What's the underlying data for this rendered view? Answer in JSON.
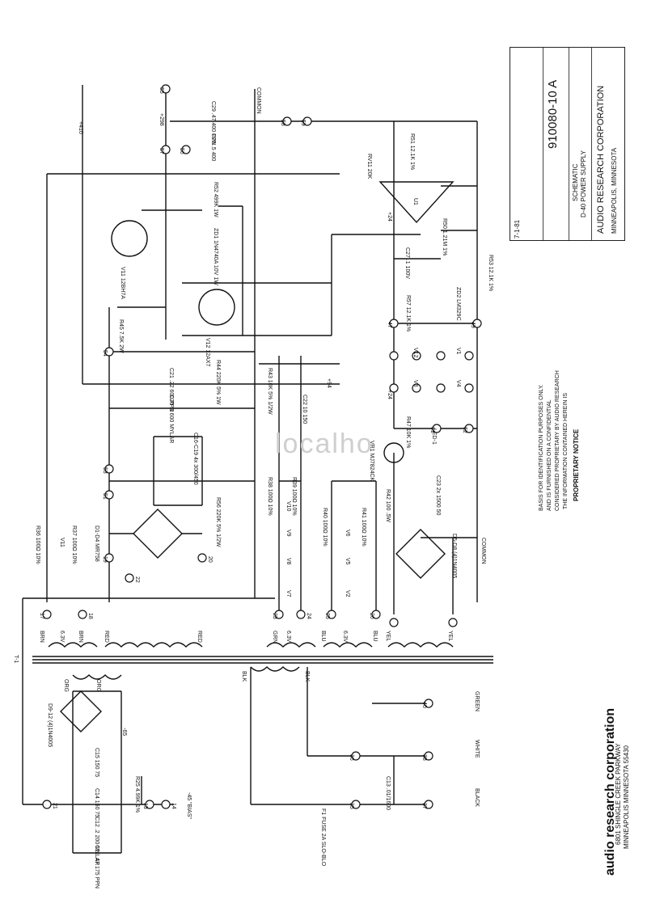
{
  "title_block": {
    "company": "AUDIO RESEARCH CORPORATION",
    "city": "MINNEAPOLIS, MINNESOTA",
    "drawing_title_1": "SCHEMATIC",
    "drawing_title_2": "D-40 POWER SUPPLY",
    "date": "7-1-81",
    "drawing_number": "910080-10 A"
  },
  "notice": {
    "heading": "PROPRIETARY NOTICE",
    "line1": "THE INFORMATION CONTAINED HEREIN IS",
    "line2": "CONSIDERED PROPRIETARY BY AUDIO RESEARCH",
    "line3": "AND IS FURNISHED ON A CONFIDENTIAL",
    "line4": "BASIS FOR IDENTIFICATION PURPOSES ONLY."
  },
  "brand": {
    "name": "audio research corporation",
    "address1": "6801 SHINGLE CREEK PARKWAY",
    "address2": "MINNEAPOLIS MINNESOTA 55430"
  },
  "watermark": "localho",
  "rails": {
    "v410": "+410",
    "v298": "+298",
    "common": "COMMON",
    "common_bottom": "COMMON",
    "v24a": "+24",
    "v24b": "+24",
    "v94": "+94",
    "bias": "-45 \"BIAS\"",
    "neg65": "-65"
  },
  "transformer": {
    "t1": "T-1",
    "brn1": "BRN",
    "brn2": "BRN",
    "v63a": "6.3V",
    "red1": "RED",
    "red2": "RED",
    "grn": "GRN",
    "v63b": "6.3V",
    "blu1": "BLU",
    "blu2": "BLU",
    "v63c": "6.3V",
    "yel1": "YEL",
    "yel2": "YEL",
    "org1": "ORG",
    "org2": "ORG",
    "blk1": "BLK",
    "blk2": "BLK"
  },
  "mains": {
    "green": "GREEN",
    "white": "WHITE",
    "black": "BLACK",
    "fuse": "F1 FUSE 2A SLO-BLO",
    "c13": "C13 .01/1600"
  },
  "components": {
    "v11": "V11 12BH7A",
    "v12": "V12 12AX7",
    "zd1": "ZD1 1N4740A 10V 1W",
    "r52": "R52 499K 1W",
    "c28": "C28 .5 400",
    "c29": "C29 .47 400 PPN",
    "rv11": "RV11 20K",
    "r51": "R51 12.1K 1%",
    "u1": "U1",
    "r50": "R50 1.21M 1%",
    "c27": "C27 .1 100V",
    "r53": "R53 12.1K 1%",
    "zd2": "ZD2 LM329C",
    "r57": "R57 12.1K 1%",
    "r45": "R45 7.5K 2W",
    "r44": "R44 220K 5% 1W",
    "c21": "C21 .22 600 PPN",
    "c20": "C20 .2 600 MYLAR",
    "c16_19": "C16-C19 4x 300/450",
    "r43": "R43 10K 5% 1/2W",
    "c22": "C22 10 150",
    "r56": "R56 220K 5% 1/2W",
    "r36": "R36 100Ω 10%",
    "r37": "R37 100Ω 10%",
    "d1": "D1-D4 MR758",
    "r38": "R38 100Ω 10%",
    "r39": "R39 100Ω 10%",
    "r40": "R40 100Ω 10%",
    "r41": "R41 100Ω 10%",
    "vr1": "VR1 MJ7824CK",
    "r47": "R47 10K 1%",
    "led1": "LED-1",
    "r42": "R42 100 .5W",
    "c23": "C23 2x 1500 50",
    "d5_8": "D5-D8 (4)1N4005",
    "d9_12": "D9-12 (4)1N4005",
    "c15": "C15 150 75",
    "c14": "C14 150 75",
    "c12": "C12 .2 200 MYLAR",
    "c11": "C11 .47 175 PPN",
    "r25": "R25 4.99K 1%"
  },
  "tubes": {
    "v1": "V1",
    "v2": "V2",
    "v3": "V3",
    "v4": "V4",
    "v5": "V5",
    "v6": "V6",
    "v7": "V7",
    "v8": "V8",
    "v9": "V9",
    "v10": "V10",
    "v11": "V11",
    "v12": "V12"
  },
  "terminals": {
    "t55": "55",
    "t57": "57",
    "t56": "56",
    "t58": "58",
    "t59": "59",
    "t54": "54",
    "t53": "53",
    "t51": "51",
    "t19": "19",
    "t20": "20",
    "t22": "22",
    "t17": "17",
    "t18": "18",
    "t23": "23",
    "t24": "24",
    "t25": "25",
    "t26": "26",
    "t47": "47",
    "t49": "49",
    "t48": "48",
    "t61": "61",
    "t62": "62",
    "t21": "21",
    "t13": "13",
    "t14": "14",
    "t40": "40",
    "t36": "36",
    "t38": "38",
    "t35": "35",
    "t37": "37"
  }
}
